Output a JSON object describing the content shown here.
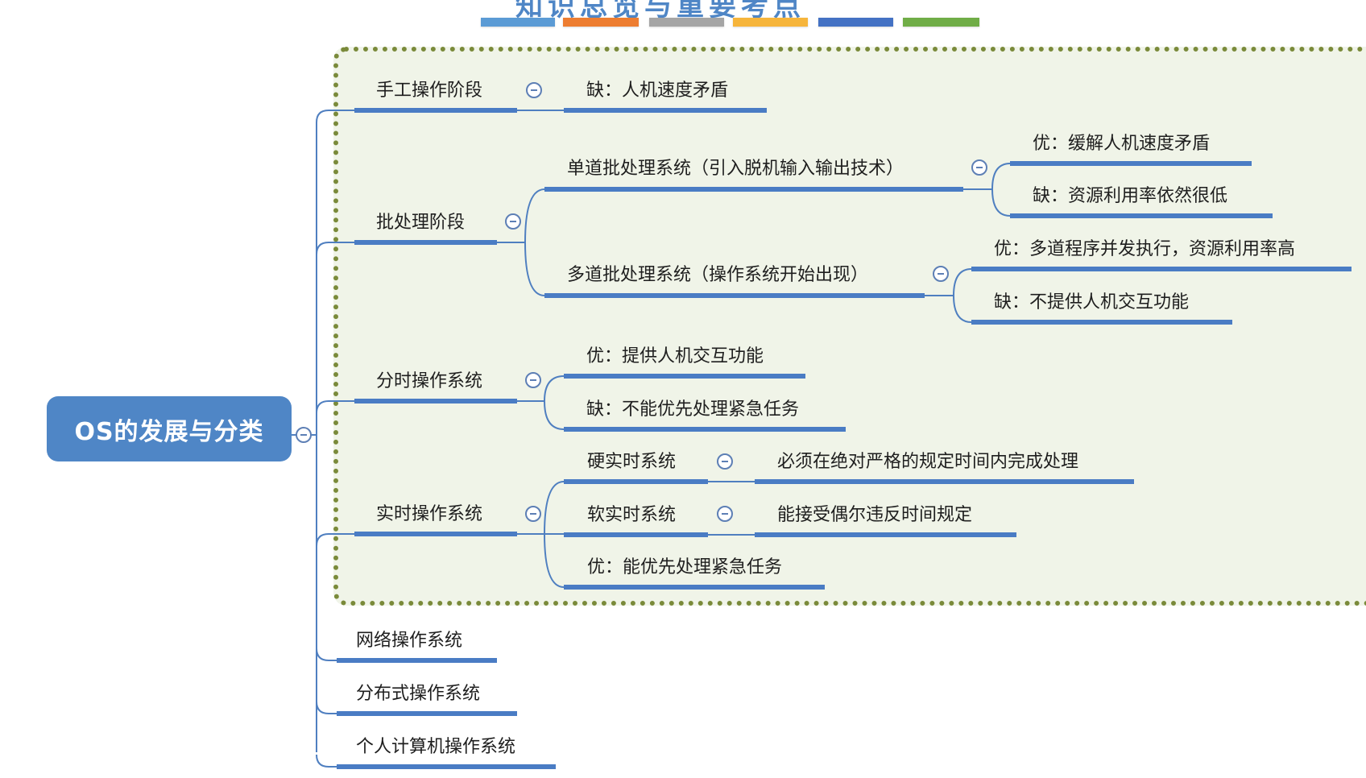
{
  "title": "知识总览与重要考点",
  "legend_bar_colors": [
    "#5b9bd5",
    "#ed7d31",
    "#a5a5a5",
    "#f6b53c",
    "#4472c4",
    "#70ad47"
  ],
  "colors": {
    "root_fill": "#4f86c6",
    "branch_line": "#4f7fc0",
    "underline": "#4a7cc4",
    "boundary_fill": "#f0f4e8",
    "boundary_dots": "#7a8a3a"
  },
  "root": {
    "label": "OS的发展与分类"
  },
  "branches": [
    {
      "label": "手工操作阶段",
      "children": [
        {
          "label": "缺：人机速度矛盾"
        }
      ]
    },
    {
      "label": "批处理阶段",
      "children": [
        {
          "label": "单道批处理系统（引入脱机输入输出技术）",
          "children": [
            {
              "label": "优：缓解人机速度矛盾"
            },
            {
              "label": "缺：资源利用率依然很低"
            }
          ]
        },
        {
          "label": "多道批处理系统（操作系统开始出现）",
          "children": [
            {
              "label": "优：多道程序并发执行，资源利用率高"
            },
            {
              "label": "缺：不提供人机交互功能"
            }
          ]
        }
      ]
    },
    {
      "label": "分时操作系统",
      "children": [
        {
          "label": "优：提供人机交互功能"
        },
        {
          "label": "缺：不能优先处理紧急任务"
        }
      ]
    },
    {
      "label": "实时操作系统",
      "children": [
        {
          "label": "硬实时系统",
          "children": [
            {
              "label": "必须在绝对严格的规定时间内完成处理"
            }
          ]
        },
        {
          "label": "软实时系统",
          "children": [
            {
              "label": "能接受偶尔违反时间规定"
            }
          ]
        },
        {
          "label": "优：能优先处理紧急任务"
        }
      ]
    },
    {
      "label": "网络操作系统"
    },
    {
      "label": "分布式操作系统"
    },
    {
      "label": "个人计算机操作系统"
    }
  ]
}
